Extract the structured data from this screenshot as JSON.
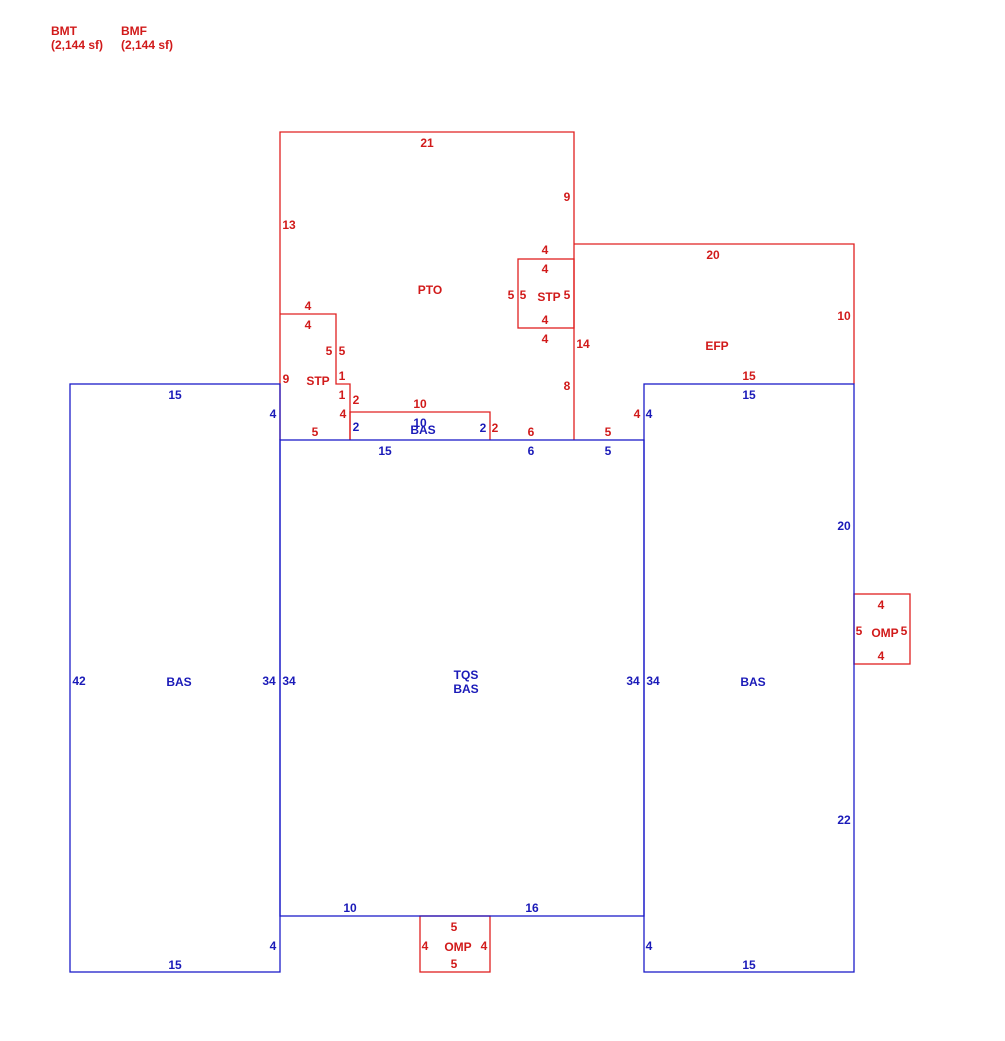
{
  "legend": [
    {
      "code": "BMT",
      "area": "(2,144 sf)"
    },
    {
      "code": "BMF",
      "area": "(2,144 sf)"
    }
  ],
  "area_labels": {
    "pto": "PTO",
    "stp_right": "STP",
    "stp_left": "STP",
    "efp": "EFP",
    "bas_small": "BAS",
    "bas_left": "BAS",
    "tqs_center": "TQS",
    "bas_center": "BAS",
    "bas_right": "BAS",
    "omp_right": "OMP",
    "omp_bottom": "OMP"
  },
  "dimensions": {
    "pto_top": "21",
    "pto_left": "13",
    "pto_right": "9",
    "stpr_top_out": "4",
    "stpr_top_in": "4",
    "stpr_left_out": "5",
    "stpr_left_in": "5",
    "stpr_right": "5",
    "stpr_bot_in": "4",
    "stpr_bot_out": "4",
    "efp_top": "20",
    "efp_right": "10",
    "efp_left_upper": "14",
    "efp_left_lower": "8",
    "stpl_top_out": "4",
    "stpl_top_in": "4",
    "stpl_step_a": "5",
    "stpl_step_b": "5",
    "stpl_left": "9",
    "stpl_step_c": "1",
    "stpl_step_d": "2",
    "stpl_step_e": "4",
    "stpl_bot": "5",
    "small_top_r": "10",
    "small_top_b": "10",
    "small_left_b": "2",
    "small_right_b": "2",
    "small_right_r": "2",
    "seg6_r": "6",
    "seg5_r": "5",
    "seg4_r": "4",
    "seg4_b": "4",
    "efp_bot_r": "15",
    "rbas_top": "15",
    "lbas_top": "15",
    "lbas_left": "42",
    "lbas_right_top": "4",
    "lbas_right_mid": "34",
    "lbas_right_bot": "4",
    "lbas_bot": "15",
    "c_top_15": "15",
    "c_top_6": "6",
    "c_top_5": "5",
    "c_left": "34",
    "c_right_l": "34",
    "c_right_r": "34",
    "c_bot_10": "10",
    "c_bot_16": "16",
    "rbas_right_20": "20",
    "rbas_right_22": "22",
    "rbas_left_bot": "4",
    "rbas_bot": "15",
    "ompr_top": "4",
    "ompr_left": "5",
    "ompr_right": "5",
    "ompr_bot": "4",
    "ompb_top": "5",
    "ompb_left": "4",
    "ompb_right": "4",
    "ompb_bot": "5"
  }
}
